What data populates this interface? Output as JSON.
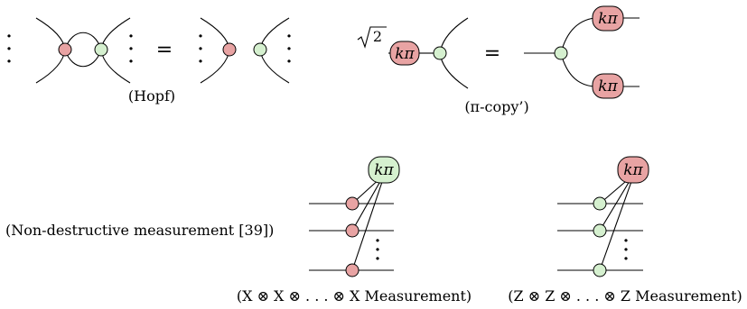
{
  "equations": {
    "hopf": {
      "equals": "=",
      "caption": "(Hopf)"
    },
    "pi_copy": {
      "sqrt_radicand": "2",
      "phase_left": "kπ",
      "phase_top": "kπ",
      "phase_bottom": "kπ",
      "equals": "=",
      "caption": "(π-copy’)"
    }
  },
  "measurement": {
    "label": "(Non-destructive measurement [39])",
    "x_measure": {
      "phase": "kπ",
      "caption": "(X ⊗ X ⊗ . . . ⊗ X Measurement)"
    },
    "z_measure": {
      "phase": "kπ",
      "caption": "(Z ⊗ Z ⊗ . . . ⊗ Z Measurement)"
    }
  },
  "colors": {
    "red_spider": "#e8a3a3",
    "green_spider": "#d5f0cf",
    "stroke": "#000000"
  }
}
